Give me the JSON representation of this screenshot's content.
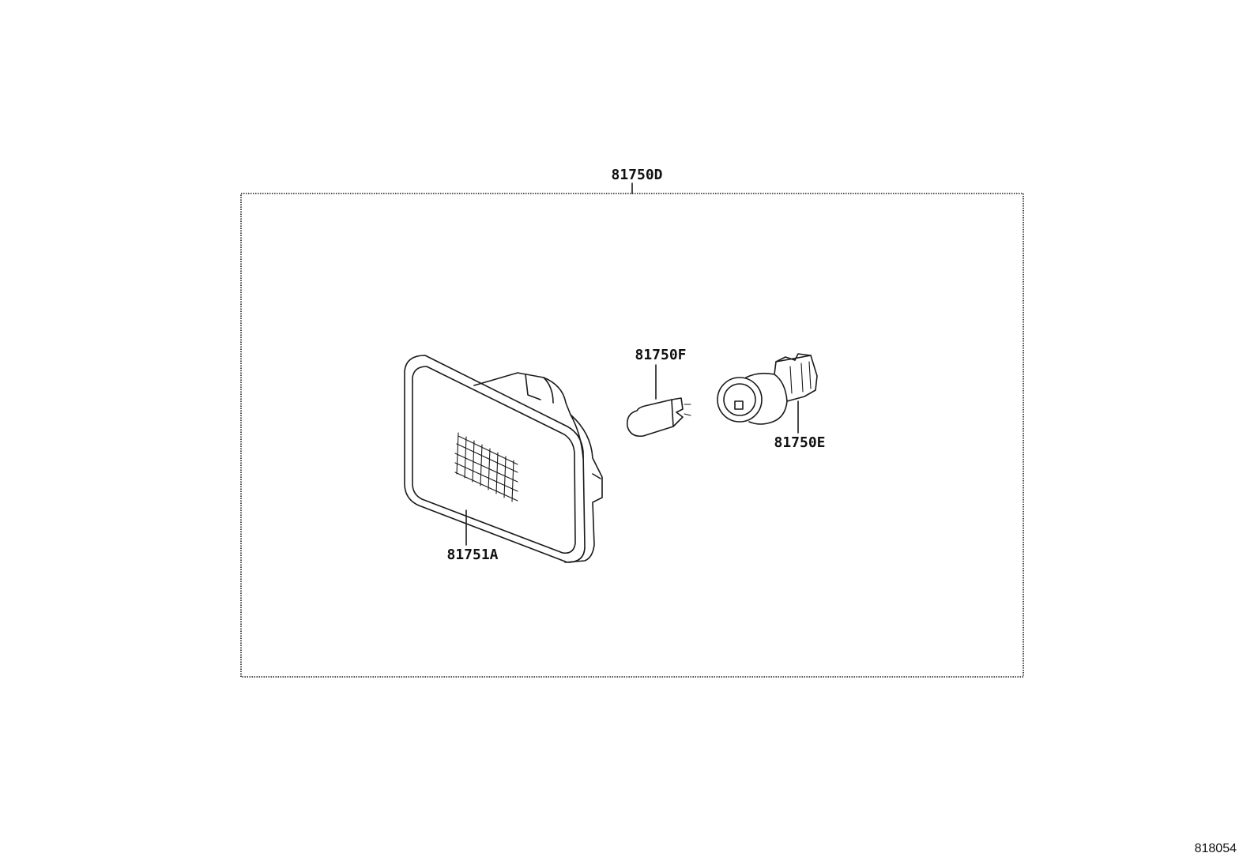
{
  "diagram": {
    "labels": {
      "assembly": "81750D",
      "bulb": "81750F",
      "socket": "81750E",
      "lens": "81751A"
    },
    "figure_number": "818054"
  },
  "colors": {
    "line": "#1a1a1a",
    "background": "#ffffff"
  }
}
